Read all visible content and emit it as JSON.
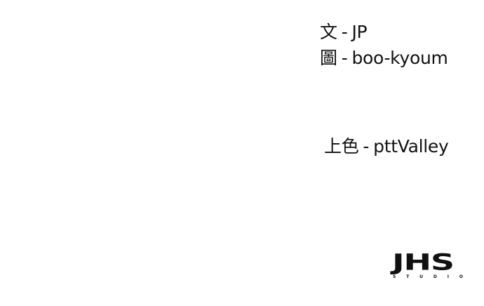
{
  "credits": {
    "writer": {
      "role": "文",
      "separator": "-",
      "name": "JP"
    },
    "art": {
      "role": "圖",
      "separator": "-",
      "name": "boo-kyoum"
    },
    "color": {
      "role": "上色",
      "separator": "-",
      "name": "pttValley"
    }
  },
  "logo": {
    "main": "JHS",
    "sub_letters": [
      "S",
      "T",
      "U",
      "D",
      "I",
      "O"
    ]
  }
}
